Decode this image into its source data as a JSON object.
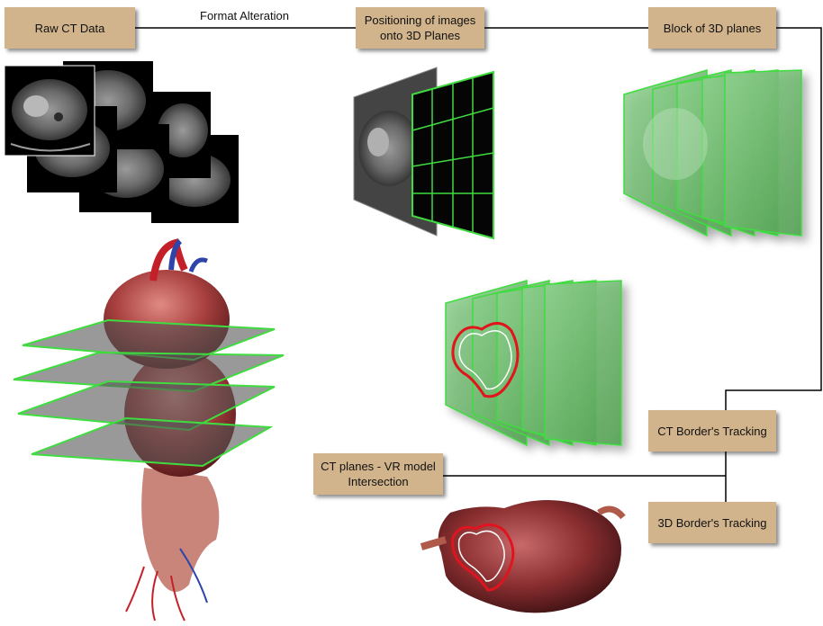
{
  "boxes": {
    "raw_ct": "Raw CT Data",
    "positioning_line1": "Positioning of images",
    "positioning_line2": "onto 3D Planes",
    "block_planes": "Block of 3D planes",
    "ct_border": "CT Border's Tracking",
    "intersection_line1": "CT planes - VR model",
    "intersection_line2": "Intersection",
    "border_3d": "3D Border's Tracking"
  },
  "edge_labels": {
    "format_alteration": "Format Alteration"
  },
  "colors": {
    "box_fill": "#d2b48c",
    "connector": "#000000",
    "plane_green": "#5fb35f",
    "plane_edge": "#3fdc3f",
    "border_red": "#e0141e",
    "organ": "#a8403f",
    "vessel_red": "#c4202a",
    "vessel_blue": "#2e44a8"
  },
  "icons": [
    "ct-slice-stack-icon",
    "image-on-grid-plane-icon",
    "green-plane-block-icon",
    "tracked-plane-block-icon",
    "organ-with-planes-icon",
    "heart-with-border-icon"
  ]
}
